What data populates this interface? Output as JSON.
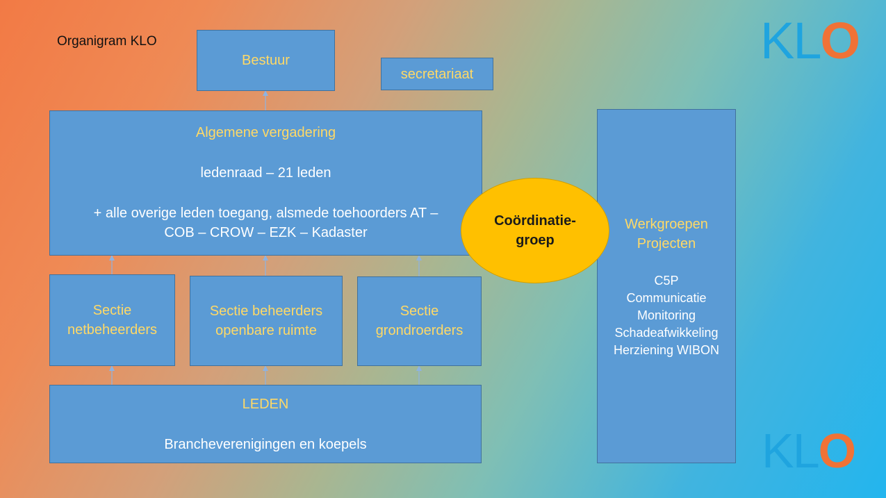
{
  "slide": {
    "title": "Organigram KLO",
    "logo_top": {
      "kl": "KL",
      "o": "O"
    },
    "logo_bottom": {
      "kl": "KL",
      "o": "O"
    }
  },
  "colors": {
    "box_fill": "#5b9bd5",
    "box_border": "#41719c",
    "heading_text": "#ffd966",
    "body_text": "#ffffff",
    "ellipse_fill": "#ffc000",
    "logo_blue": "#1fa4df",
    "logo_orange": "#f07236"
  },
  "nodes": {
    "bestuur": {
      "label": "Bestuur"
    },
    "secretariaat": {
      "label": "secretariaat"
    },
    "algemene": {
      "heading": "Algemene vergadering",
      "line1": "ledenraad – 21 leden",
      "line2": "+ alle overige leden toegang, alsmede toehoorders AT –",
      "line3": "COB – CROW – EZK – Kadaster"
    },
    "sectie_net": {
      "line1": "Sectie",
      "line2": "netbeheerders"
    },
    "sectie_beheer": {
      "line1": "Sectie beheerders",
      "line2": "openbare ruimte"
    },
    "sectie_grond": {
      "line1": "Sectie",
      "line2": "grondroerders"
    },
    "leden": {
      "heading": "LEDEN",
      "line1": "Brancheverenigingen en koepels"
    },
    "coordinatie": {
      "line1": "Coördinatie-",
      "line2": "groep"
    },
    "werkgroepen": {
      "heading1": "Werkgroepen",
      "heading2": "Projecten",
      "items": [
        "C5P",
        "Communicatie",
        "Monitoring",
        "Schadeafwikkeling",
        "Herziening WIBON"
      ]
    }
  }
}
